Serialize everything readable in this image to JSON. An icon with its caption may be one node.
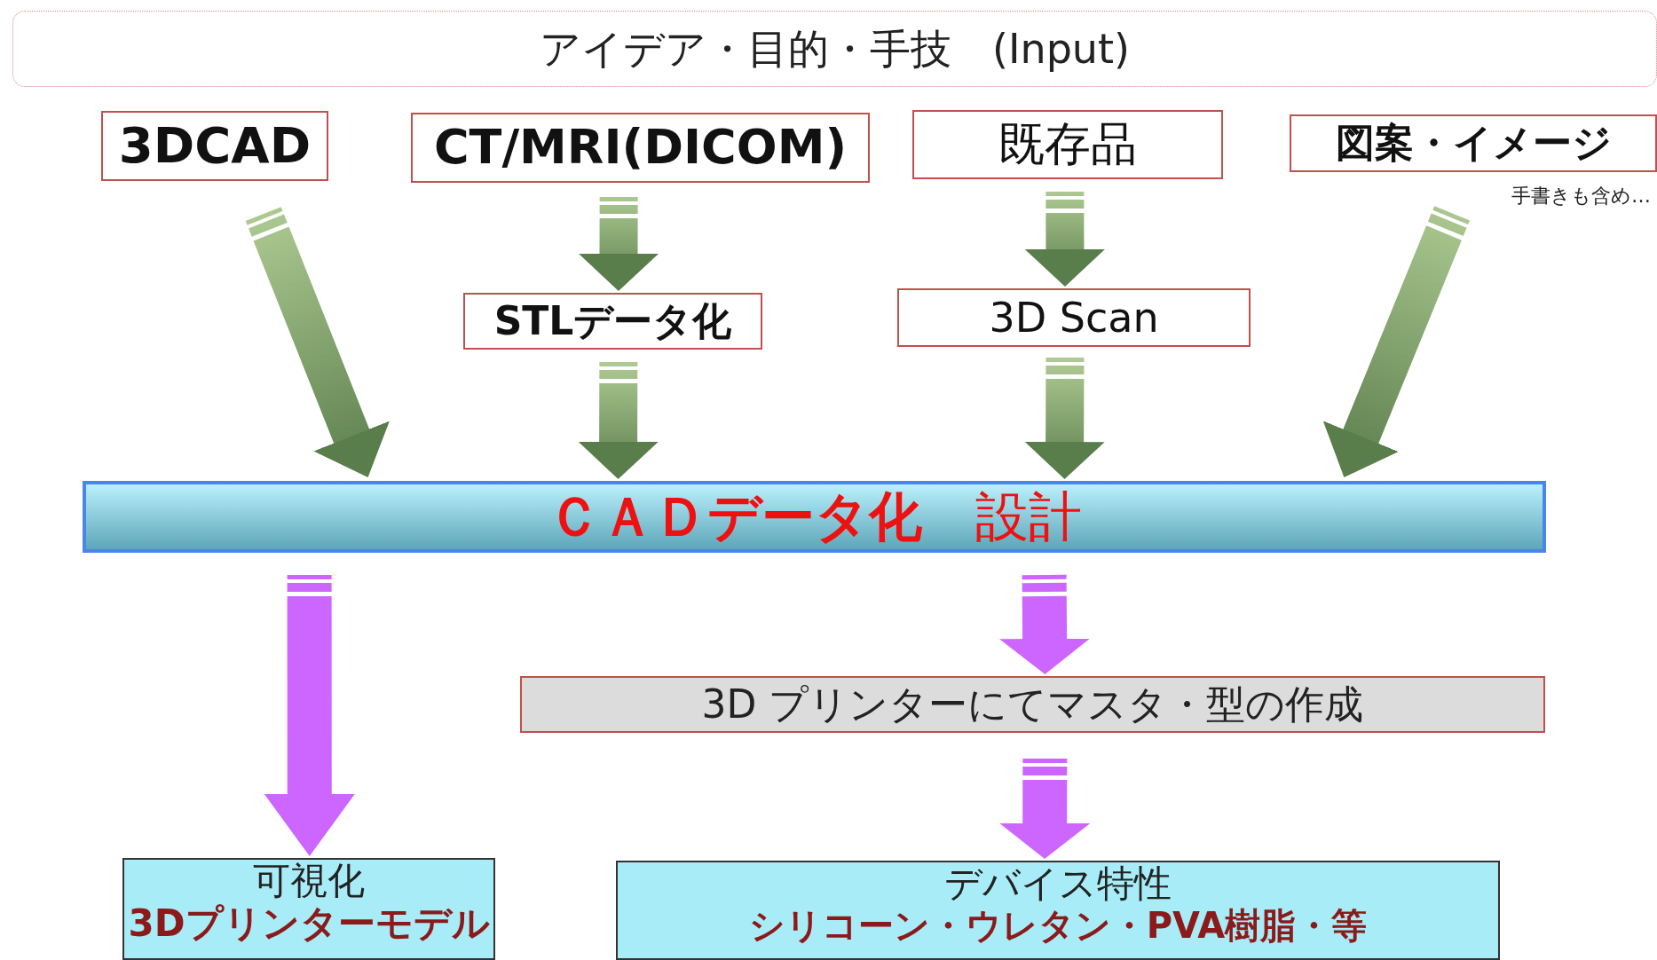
{
  "diagram": {
    "nodes": [
      {
        "text": [
          "アイデア・目的・手技　(Input)"
        ]
      },
      {
        "text": [
          "3DCAD"
        ]
      },
      {
        "text": [
          "CT/MRI(DICOM)"
        ]
      },
      {
        "text": [
          "既存品"
        ]
      },
      {
        "text": [
          "図案・イメージ"
        ],
        "beside": [
          "手書きも含め…"
        ]
      },
      {
        "text": [
          "STLデータ化"
        ]
      },
      {
        "text": [
          "3D Scan"
        ]
      },
      {
        "text": [
          "**ＣＡＤデータ化**　設計"
        ]
      },
      {
        "text": [
          "3D プリンターにてマスタ・型の作成"
        ]
      },
      {
        "text": [
          "可視化",
          "3Dプリンターモデル"
        ]
      },
      {
        "text": [
          "デバイス特性",
          "シリコーン・ウレタン・PVA樹脂・等"
        ]
      }
    ],
    "edges": [
      {
        "from": 1,
        "to": 7,
        "arrow": "to"
      },
      {
        "from": 2,
        "to": 5,
        "arrow": "to"
      },
      {
        "from": 5,
        "to": 7,
        "arrow": "to"
      },
      {
        "from": 3,
        "to": 6,
        "arrow": "to"
      },
      {
        "from": 6,
        "to": 7,
        "arrow": "to"
      },
      {
        "from": 4,
        "to": 7,
        "arrow": "to"
      },
      {
        "from": 7,
        "to": 9,
        "arrow": "to",
        "color": "#cc66ff"
      },
      {
        "from": 7,
        "to": 8,
        "arrow": "to",
        "color": "#cc66ff"
      },
      {
        "from": 8,
        "to": 10,
        "arrow": "to",
        "color": "#cc66ff"
      }
    ]
  }
}
